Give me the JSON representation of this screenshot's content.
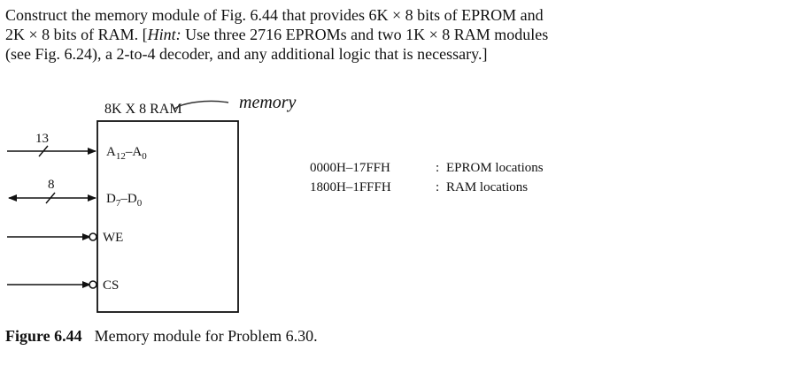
{
  "problem": {
    "line1": "Construct the memory module of Fig. 6.44 that provides 6K × 8 bits of EPROM and",
    "line2_a": "2K × 8 bits of RAM. [",
    "line2_hint": "Hint:",
    "line2_b": " Use three 2716 EPROMs and two 1K × 8 RAM modules",
    "line3": "(see Fig. 6.24), a 2-to-4 decoder, and any additional logic that is necessary.]"
  },
  "diagram": {
    "module_title": "8K X 8 RAM",
    "handwritten_note": "memory",
    "address_bus_width": "13",
    "data_bus_width": "8",
    "pins": {
      "address_prefix": "A",
      "address_sub_hi": "12",
      "address_mid": "–A",
      "address_sub_lo": "0",
      "data_prefix": "D",
      "data_sub_hi": "7",
      "data_mid": "–D",
      "data_sub_lo": "0",
      "write_enable": "WE",
      "chip_select": "CS"
    },
    "memory_map": [
      {
        "range": "0000H–17FFH",
        "separator": ":",
        "description": "EPROM locations"
      },
      {
        "range": "1800H–1FFFH",
        "separator": ":",
        "description": "RAM locations"
      }
    ]
  },
  "caption": {
    "label": "Figure 6.44",
    "text": "Memory module for Problem 6.30."
  },
  "colors": {
    "ink": "#111111",
    "handwriting": "#333333",
    "background": "#ffffff"
  }
}
